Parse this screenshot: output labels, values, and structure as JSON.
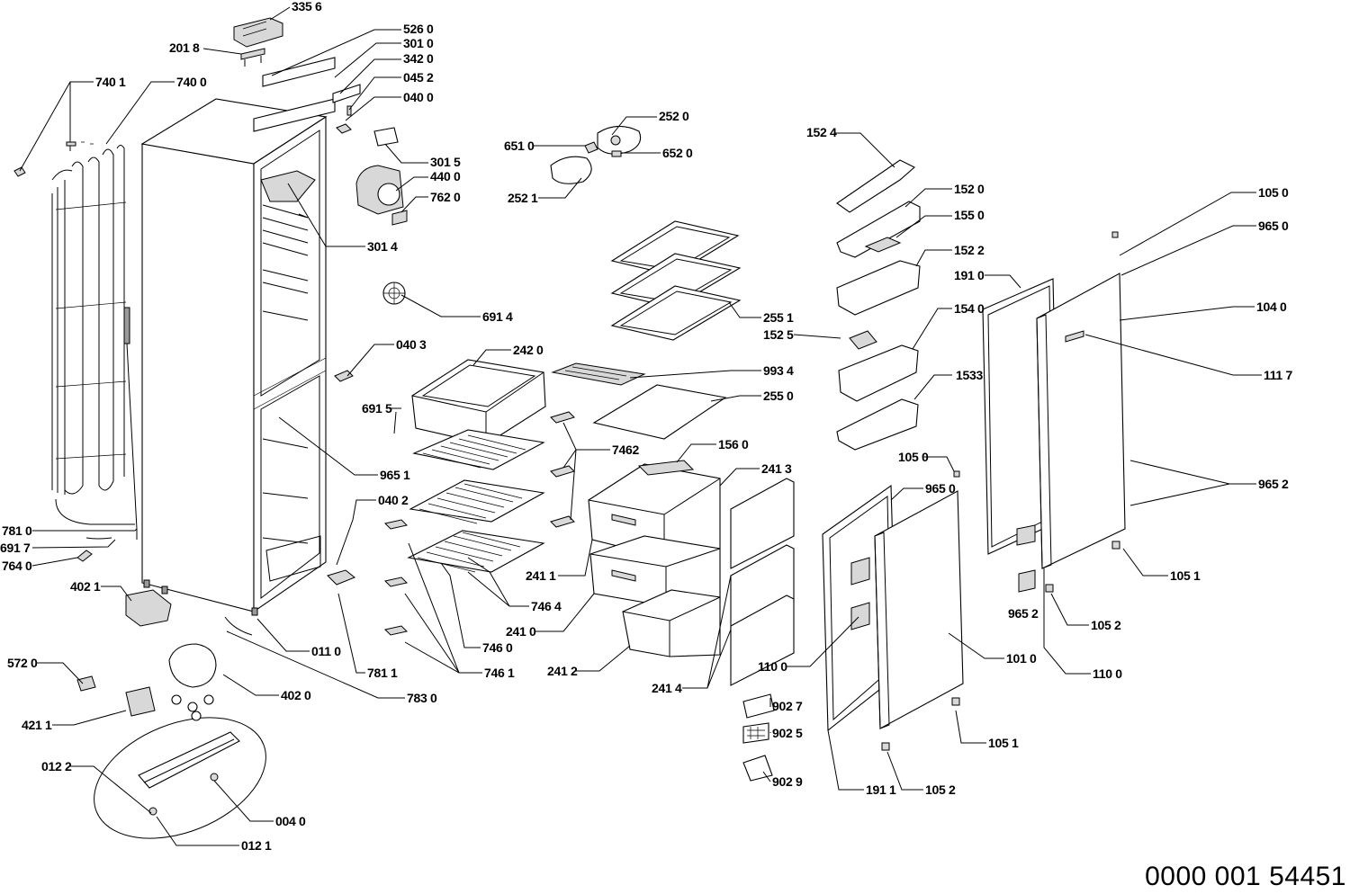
{
  "document_number": "0000 001 54451",
  "labels": {
    "3356": "335 6",
    "2018": "201 8",
    "5260": "526 0",
    "3010": "301 0",
    "3420": "342 0",
    "0452": "045 2",
    "0400": "040 0",
    "7401": "740 1",
    "7400": "740 0",
    "3015": "301 5",
    "4400": "440 0",
    "7620": "762 0",
    "3014": "301 4",
    "6914": "691 4",
    "2520": "252 0",
    "6510": "651 0",
    "6520": "652 0",
    "2521": "252 1",
    "1524": "152 4",
    "1520": "152 0",
    "1550": "155 0",
    "1522": "152 2",
    "1540": "154 0",
    "1525": "152 5",
    "1533": "1533",
    "1050a": "105 0",
    "9650a": "965 0",
    "1910": "191 0",
    "1040": "104 0",
    "1117": "111 7",
    "2551": "255 1",
    "0403": "040 3",
    "2420": "242 0",
    "9934": "993 4",
    "2550": "255 0",
    "6915": "691 5",
    "9651": "965 1",
    "7462": "7462",
    "1560": "156 0",
    "2413": "241 3",
    "1050b": "105 0",
    "9650b": "965 0",
    "9652a": "965 2",
    "0402": "040 2",
    "7810": "781 0",
    "6917": "691 7",
    "7640": "764 0",
    "4021": "402 1",
    "2411": "241 1",
    "1051a": "105 1",
    "7464": "746 4",
    "9652b": "965 2",
    "1052a": "105 2",
    "0110": "011 0",
    "2410": "241 0",
    "7460": "746 0",
    "1100a": "110 0",
    "1010": "101 0",
    "7811": "781 1",
    "7461": "746 1",
    "2412": "241 2",
    "1100b": "110 0",
    "5720": "572 0",
    "4020": "402 0",
    "2414": "241 4",
    "7830": "783 0",
    "4211": "421 1",
    "9027": "902 7",
    "9025": "902 5",
    "1051b": "105 1",
    "0122": "012 2",
    "9029": "902 9",
    "1911": "191 1",
    "1052b": "105 2",
    "0040": "004 0",
    "0121": "012 1"
  }
}
